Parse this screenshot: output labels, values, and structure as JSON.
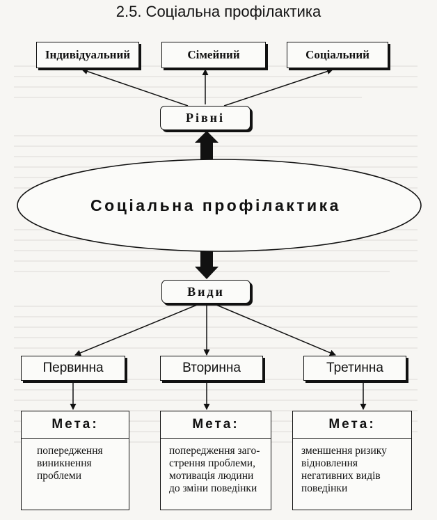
{
  "title": "2.5. Соціальна профілактика",
  "levels": {
    "items": [
      "Індивідуальний",
      "Сімейний",
      "Соціальний"
    ],
    "label": "Рівні"
  },
  "center": {
    "label": "Соціальна профілактика"
  },
  "types": {
    "label": "Види",
    "items": [
      "Первинна",
      "Вторинна",
      "Третинна"
    ]
  },
  "goals": {
    "heading": "Мета:",
    "items": [
      "попередження виникнення проблеми",
      "попередження заго-стрення проблеми, мотивація людини до зміни поведінки",
      "зменшення ризику відновлення негативних видів поведінки"
    ]
  },
  "colors": {
    "line": "#111111",
    "paper": "#f7f6f3",
    "bleed_through": "#cfcdca"
  }
}
